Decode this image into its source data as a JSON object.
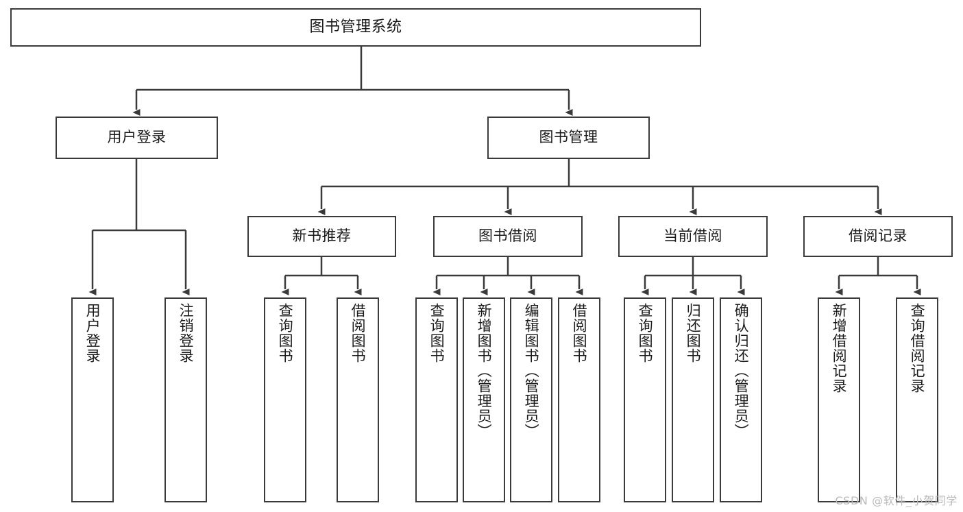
{
  "diagram": {
    "title": "图书管理系统",
    "watermark": "CSDN @软件_小贺同学",
    "stroke_color": "#3a3a3a",
    "background_color": "#ffffff",
    "text_color": "#1a1a1a",
    "watermark_color": "#b9b9b9"
  },
  "nodes": {
    "root": {
      "label": "图书管理系统"
    },
    "level1": [
      {
        "label": "用户登录"
      },
      {
        "label": "图书管理"
      }
    ],
    "level2": [
      {
        "label": "新书推荐"
      },
      {
        "label": "图书借阅"
      },
      {
        "label": "当前借阅"
      },
      {
        "label": "借阅记录"
      }
    ],
    "leaves_user_login": [
      {
        "label": "用户登录"
      },
      {
        "label": "注销登录"
      }
    ],
    "leaves_new_book": [
      {
        "label": "查询图书"
      },
      {
        "label": "借阅图书"
      }
    ],
    "leaves_book_borrow": [
      {
        "label": "查询图书"
      },
      {
        "label": "新增图书（管理员）"
      },
      {
        "label": "编辑图书（管理员）"
      },
      {
        "label": "借阅图书"
      }
    ],
    "leaves_current_borrow": [
      {
        "label": "查询图书"
      },
      {
        "label": "归还图书"
      },
      {
        "label": "确认归还（管理员）"
      }
    ],
    "leaves_borrow_record": [
      {
        "label": "新增借阅记录"
      },
      {
        "label": "查询借阅记录"
      }
    ]
  }
}
